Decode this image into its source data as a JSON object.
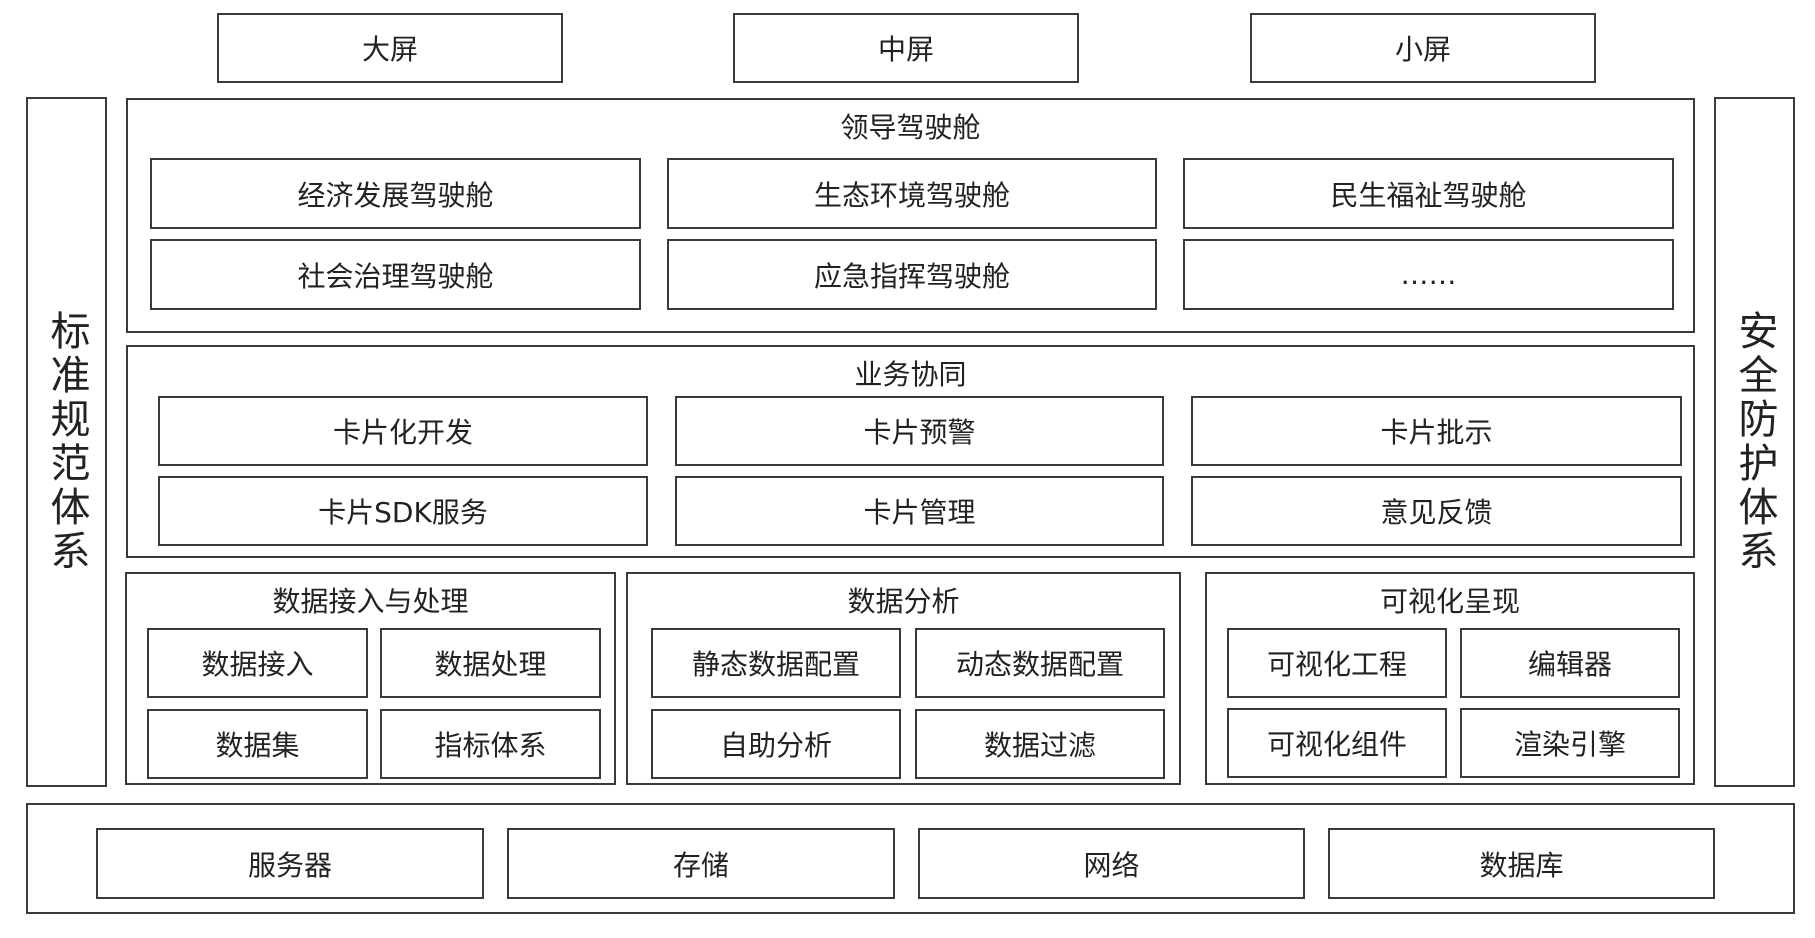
{
  "screens": [
    "大屏",
    "中屏",
    "小屏"
  ],
  "left_column": "标准规范体系",
  "right_column": "安全防护体系",
  "cockpit": {
    "title": "领导驾驶舱",
    "items": [
      "经济发展驾驶舱",
      "生态环境驾驶舱",
      "民生福祉驾驶舱",
      "社会治理驾驶舱",
      "应急指挥驾驶舱",
      "……"
    ]
  },
  "business": {
    "title": "业务协同",
    "items": [
      "卡片化开发",
      "卡片预警",
      "卡片批示",
      "卡片SDK服务",
      "卡片管理",
      "意见反馈"
    ]
  },
  "data_access": {
    "title": "数据接入与处理",
    "items": [
      "数据接入",
      "数据处理",
      "数据集",
      "指标体系"
    ]
  },
  "data_analysis": {
    "title": "数据分析",
    "items": [
      "静态数据配置",
      "动态数据配置",
      "自助分析",
      "数据过滤"
    ]
  },
  "visualization": {
    "title": "可视化呈现",
    "items": [
      "可视化工程",
      "编辑器",
      "可视化组件",
      "渲染引擎"
    ]
  },
  "infrastructure": [
    "服务器",
    "存储",
    "网络",
    "数据库"
  ]
}
